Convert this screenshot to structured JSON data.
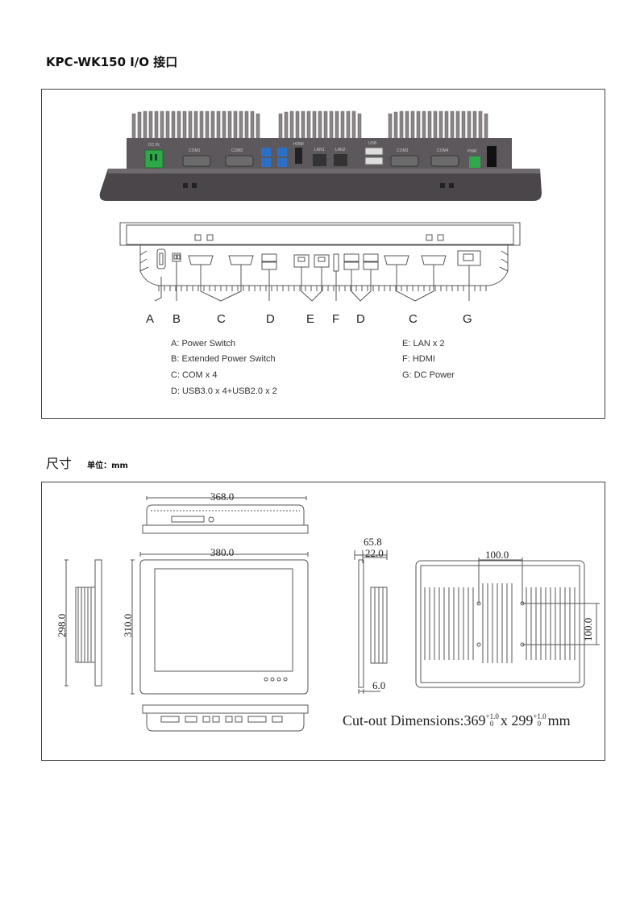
{
  "sections": {
    "io_title": "KPC-WK150 I/O 接口",
    "dim_title": "尺寸",
    "dim_unit": "单位：mm"
  },
  "ports": {
    "letters": [
      "A",
      "B",
      "C",
      "D",
      "E",
      "F",
      "D",
      "C",
      "G"
    ],
    "legend_left": [
      "A: Power Switch",
      "B: Extended Power Switch",
      "C: COM x 4",
      "D: USB3.0 x 4+USB2.0 x 2"
    ],
    "legend_right": [
      "E: LAN x 2",
      "F: HDMI",
      "G: DC Power"
    ]
  },
  "dimensions": {
    "top_width": "368.0",
    "front_width": "380.0",
    "front_height": "310.0",
    "side_height": "298.0",
    "depth_total": "65.8",
    "depth_body": "22.0",
    "bezel": "6.0",
    "mount_h": "100.0",
    "mount_v": "100.0",
    "cutout_label": "Cut-out Dimensions:",
    "cutout_w": "369",
    "cutout_h": "299",
    "cutout_tol_plus": "+1.0",
    "cutout_tol_zero": "0",
    "cutout_unit": "mm"
  },
  "photo_labels": {
    "dc_in": "DC IN",
    "com1": "COM1",
    "com2": "COM2",
    "com3": "COM3",
    "com4": "COM4",
    "lan1": "LAN1",
    "lan2": "LAN2",
    "hdmi": "HDMI",
    "usb": "USB",
    "power": "PWR"
  },
  "colors": {
    "enclosure_dark": "#4a464a",
    "enclosure_mid": "#6e6a6e",
    "heatsink": "#8a8688",
    "terminal_green": "#2fa84a",
    "usb_blue": "#2b6fc6",
    "line": "#555555"
  }
}
